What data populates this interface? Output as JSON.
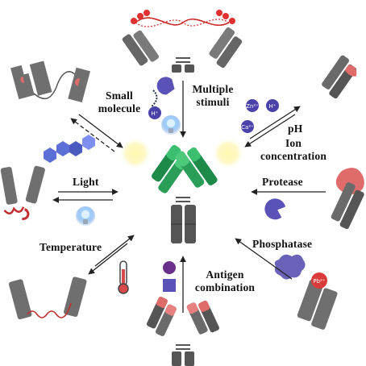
{
  "labels": {
    "small_molecule": [
      "Small",
      "molecule"
    ],
    "multiple_stimuli": [
      "Multiple",
      "stimuli"
    ],
    "ph": "pH",
    "ion_concentration": [
      "Ion",
      "concentration"
    ],
    "light": "Light",
    "protease": "Protease",
    "temperature": "Temperature",
    "phosphatase": "Phosphatase",
    "antigen_combination": [
      "Antigen",
      "combination"
    ]
  },
  "ions": {
    "zinc": "Zn²⁺",
    "proton": "H⁺",
    "calcium": "Ca²⁺",
    "proton_multi": "H⁺",
    "lead": "Pb²⁺"
  },
  "colors": {
    "antibody_gray": "#6b6b6b",
    "antibody_dark": "#4a4a4a",
    "active_green": "#1f8a4c",
    "active_green_light": "#37b36a",
    "glow": "#fff4a0",
    "mask_red": "#e06b6b",
    "enzyme_purple": "#5b52b8",
    "lead_red": "#d93a3a"
  }
}
